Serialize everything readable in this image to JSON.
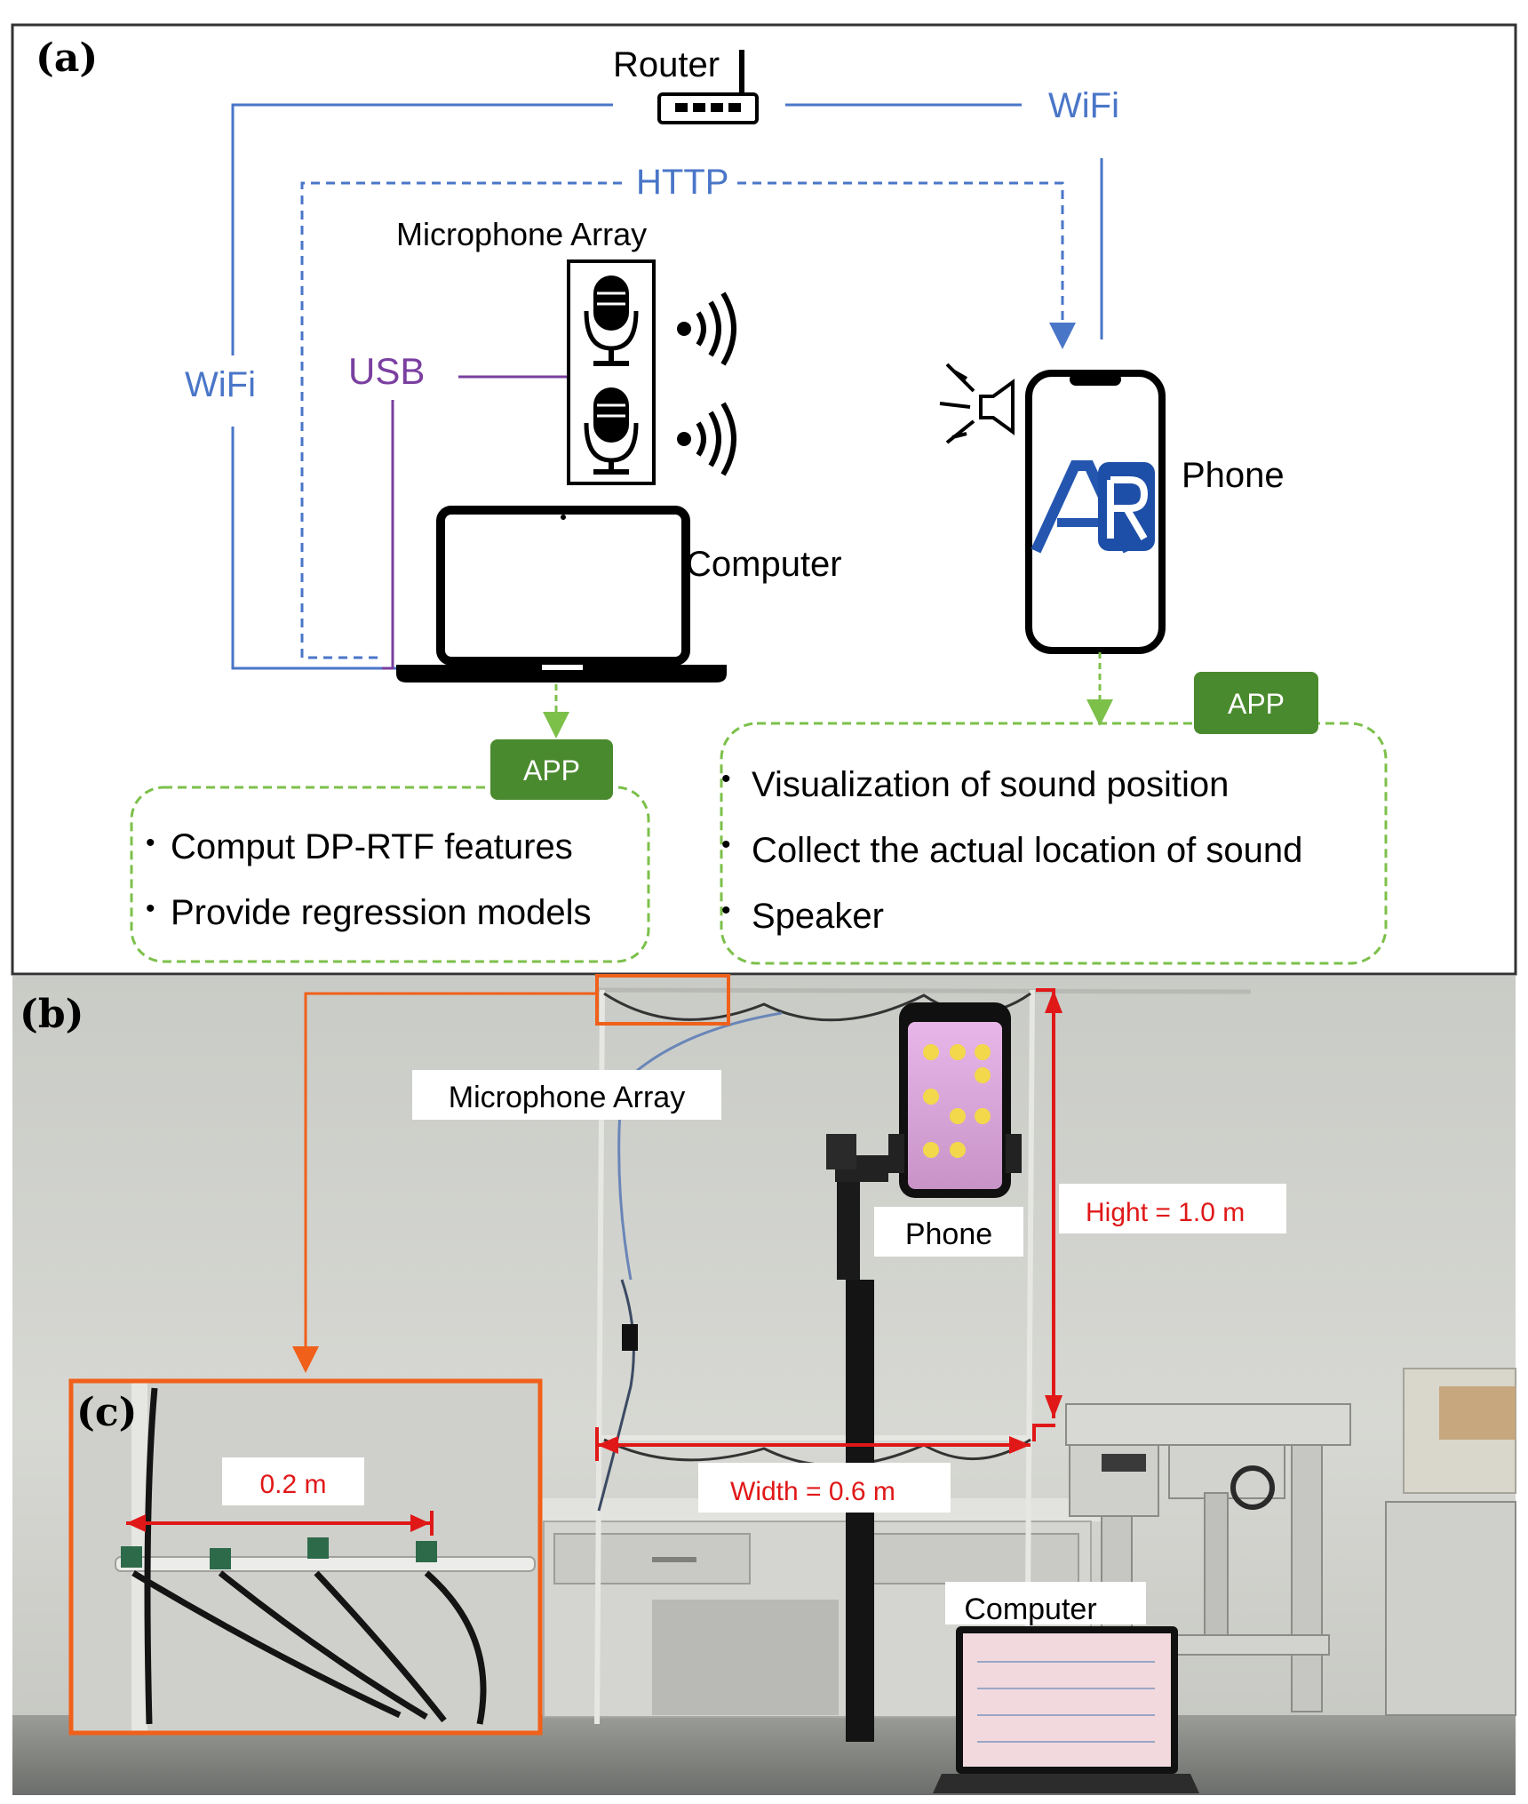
{
  "panel_a": {
    "label": "(a)",
    "router": "Router",
    "wifi_top": "WiFi",
    "wifi_left": "WiFi",
    "http": "HTTP",
    "usb": "USB",
    "mic_array": "Microphone Array",
    "computer": "Computer",
    "phone": "Phone",
    "phone_logo": "AR",
    "app_left": "APP",
    "app_right": "APP",
    "left_bullets": [
      "Comput DP-RTF features",
      "Provide regression models"
    ],
    "right_bullets": [
      "Visualization of sound position",
      "Collect the actual location of sound",
      "Speaker"
    ],
    "colors": {
      "wifi": "#4a76c8",
      "usb": "#7a3fa0",
      "app_green": "#4a8a2e",
      "dashed_green": "#7cc04a",
      "frame": "#333333"
    }
  },
  "panel_b": {
    "label": "(b)",
    "mic_array": "Microphone Array",
    "phone": "Phone",
    "height": "Hight = 1.0 m",
    "width": "Width = 0.6 m",
    "computer": "Computer",
    "colors": {
      "highlight": "#f0601a",
      "dim_text": "#e01818"
    }
  },
  "panel_c": {
    "label": "(c)",
    "spacing": "0.2 m"
  }
}
